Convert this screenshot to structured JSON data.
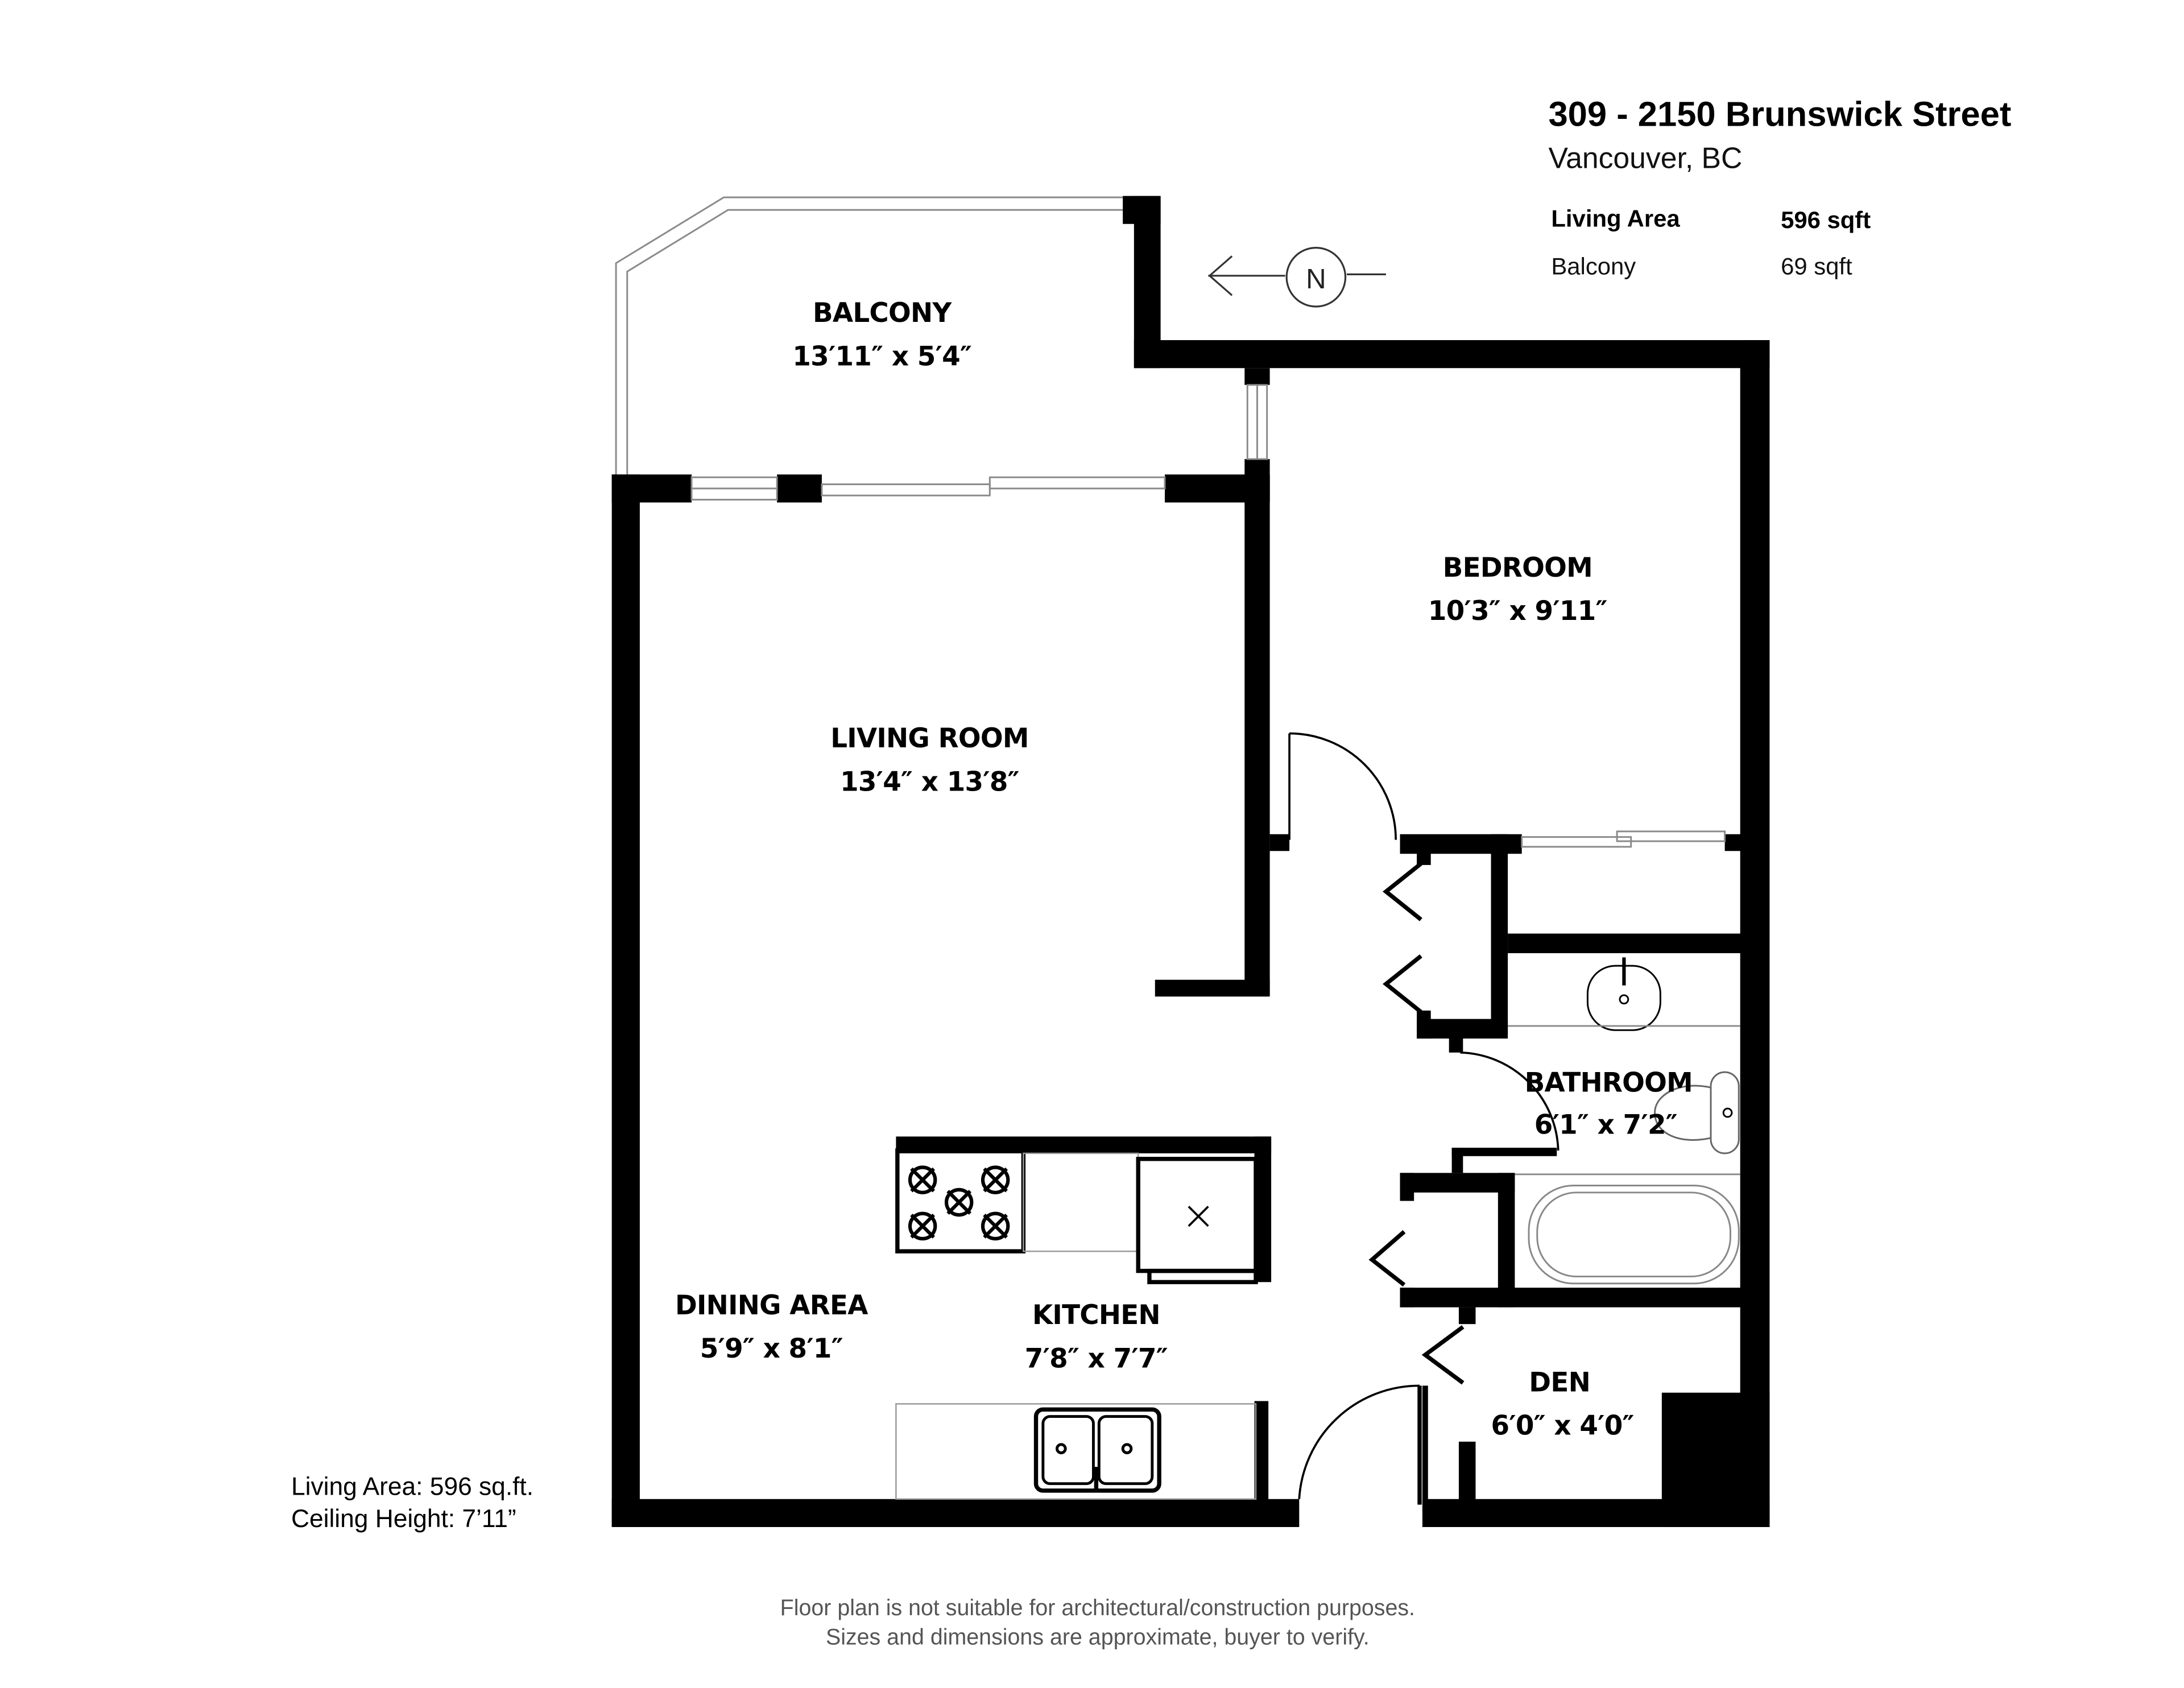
{
  "header": {
    "address": "309 - 2150 Brunswick Street",
    "city": "Vancouver, BC"
  },
  "area_summary": [
    {
      "label": "Living Area",
      "value": "596 sqft",
      "bold": true
    },
    {
      "label": "Balcony",
      "value": "69 sqft",
      "bold": false
    }
  ],
  "compass": {
    "label": "N",
    "direction": "left"
  },
  "rooms": {
    "balcony": {
      "name": "BALCONY",
      "dims": "13′11″ x 5′4″"
    },
    "bedroom": {
      "name": "BEDROOM",
      "dims": "10′3″ x 9′11″"
    },
    "living": {
      "name": "LIVING ROOM",
      "dims": "13′4″ x 13′8″"
    },
    "bathroom": {
      "name": "BATHROOM",
      "dims": "6′1″ x 7′2″"
    },
    "dining": {
      "name": "DINING AREA",
      "dims": "5′9″ x 8′1″"
    },
    "kitchen": {
      "name": "KITCHEN",
      "dims": "7′8″ x 7′7″"
    },
    "den": {
      "name": "DEN",
      "dims": "6′0″ x 4′0″"
    }
  },
  "side_notes": {
    "living_area": "Living Area: 596 sq.ft.",
    "ceiling_height": "Ceiling Height: 7’11”"
  },
  "disclaimer": {
    "line1": "Floor plan is not suitable for architectural/construction purposes.",
    "line2": "Sizes and dimensions are approximate, buyer to verify."
  },
  "fixtures": [
    "stove-icon",
    "fridge-icon",
    "double-sink-icon",
    "bathroom-sink-icon",
    "toilet-icon",
    "bathtub-icon"
  ]
}
